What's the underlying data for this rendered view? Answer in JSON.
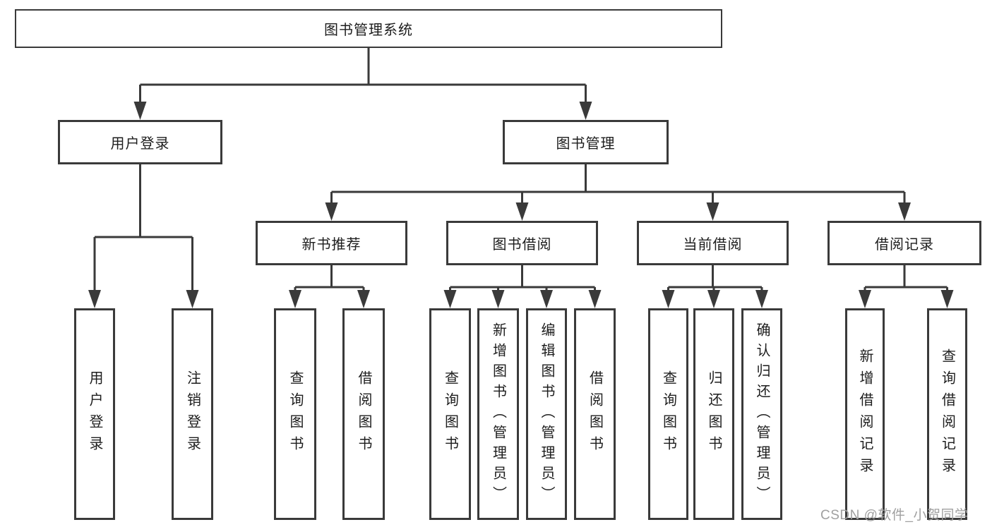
{
  "tree": {
    "label": "图书管理系统",
    "children": [
      {
        "label": "用户登录",
        "children": [
          {
            "label": "用户登录"
          },
          {
            "label": "注销登录"
          }
        ]
      },
      {
        "label": "图书管理",
        "children": [
          {
            "label": "新书推荐",
            "children": [
              {
                "label": "查询图书"
              },
              {
                "label": "借阅图书"
              }
            ]
          },
          {
            "label": "图书借阅",
            "children": [
              {
                "label": "查询图书"
              },
              {
                "label": "新增图书（管理员）"
              },
              {
                "label": "编辑图书（管理员）"
              },
              {
                "label": "借阅图书"
              }
            ]
          },
          {
            "label": "当前借阅",
            "children": [
              {
                "label": "查询图书"
              },
              {
                "label": "归还图书"
              },
              {
                "label": "确认归还（管理员）"
              }
            ]
          },
          {
            "label": "借阅记录",
            "children": [
              {
                "label": "新增借阅记录"
              },
              {
                "label": "查询借阅记录"
              }
            ]
          }
        ]
      }
    ]
  },
  "watermark": {
    "text": "CSDN @软件_小贺同学"
  },
  "colors": {
    "line": "#3a3a3a",
    "text": "#1d1d1d",
    "watermark": "#a0a0a0",
    "background": "#ffffff"
  }
}
